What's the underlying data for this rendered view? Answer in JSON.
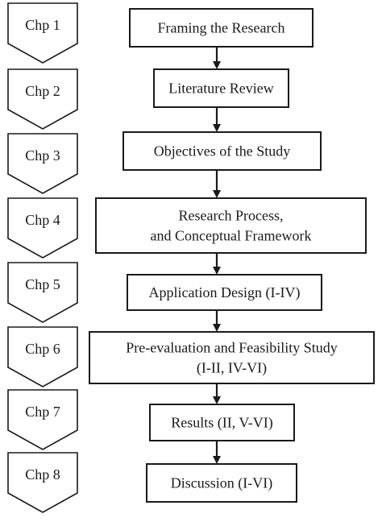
{
  "chapters": [
    {
      "label": "Chp 1"
    },
    {
      "label": "Chp 2"
    },
    {
      "label": "Chp 3"
    },
    {
      "label": "Chp 4"
    },
    {
      "label": "Chp 5"
    },
    {
      "label": "Chp 6"
    },
    {
      "label": "Chp 7"
    },
    {
      "label": "Chp 8"
    }
  ],
  "steps": [
    {
      "lines": [
        "Framing the Research"
      ]
    },
    {
      "lines": [
        "Literature Review"
      ]
    },
    {
      "lines": [
        "Objectives of the Study"
      ]
    },
    {
      "lines": [
        "Research Process,",
        "and Conceptual Framework"
      ]
    },
    {
      "lines": [
        "Application Design (I-IV)"
      ]
    },
    {
      "lines": [
        "Pre-evaluation and Feasibility Study",
        "(I-II, IV-VI)"
      ]
    },
    {
      "lines": [
        "Results (II, V-VI)"
      ]
    },
    {
      "lines": [
        "Discussion (I-VI)"
      ]
    }
  ]
}
